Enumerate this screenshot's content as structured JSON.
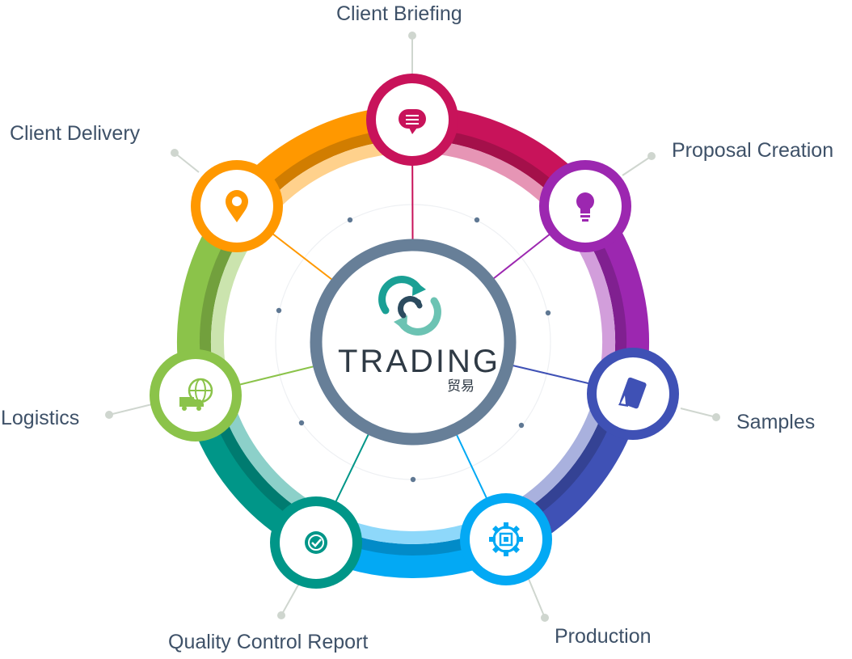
{
  "logo": {
    "word": "TRADING",
    "sub": "贸易"
  },
  "steps": [
    {
      "label": "Client Briefing",
      "icon": "chat-bubble-icon",
      "color": "#c8135a"
    },
    {
      "label": "Proposal Creation",
      "icon": "lightbulb-icon",
      "color": "#9c27b0"
    },
    {
      "label": "Samples",
      "icon": "color-swatch-icon",
      "color": "#3f51b5"
    },
    {
      "label": "Production",
      "icon": "gear-icon",
      "color": "#03a9f4"
    },
    {
      "label": "Quality Control Report",
      "icon": "badge-check-icon",
      "color": "#009688"
    },
    {
      "label": "Logistics",
      "icon": "truck-globe-icon",
      "color": "#8bc34a"
    },
    {
      "label": "Client Delivery",
      "icon": "location-pin-icon",
      "color": "#ff9800"
    }
  ],
  "colors": {
    "center_ring": "#677f98",
    "logo_teal": "#1aa095",
    "logo_dark": "#2c4b5f",
    "label_text": "#3e5168"
  }
}
